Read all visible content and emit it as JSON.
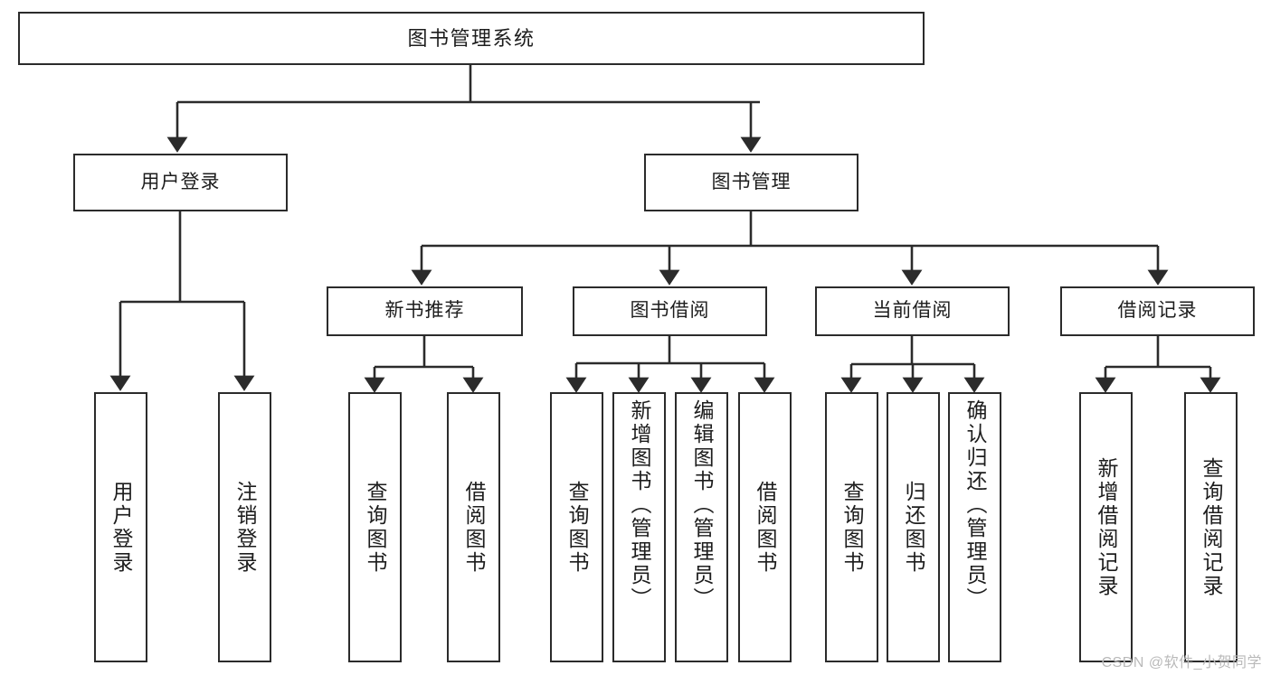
{
  "diagram": {
    "title": "图书管理系统",
    "type": "tree-hierarchy",
    "watermark": "CSDN @软件_小贺同学",
    "colors": {
      "stroke": "#2b2b2b",
      "node_fill": "#ffffff",
      "text": "#1d1d1d",
      "background": "#ffffff",
      "watermark": "#b9b9b9"
    },
    "root": {
      "label": "图书管理系统"
    },
    "level2": [
      {
        "label": "用户登录"
      },
      {
        "label": "图书管理"
      }
    ],
    "level3": [
      {
        "label": "新书推荐"
      },
      {
        "label": "图书借阅"
      },
      {
        "label": "当前借阅"
      },
      {
        "label": "借阅记录"
      }
    ],
    "leaves": {
      "user_login": [
        {
          "label": "用户登录"
        },
        {
          "label": "注销登录"
        }
      ],
      "new_book": [
        {
          "label": "查询图书"
        },
        {
          "label": "借阅图书"
        }
      ],
      "book_borrow": [
        {
          "label": "查询图书"
        },
        {
          "label": "新增图书（管理员）"
        },
        {
          "label": "编辑图书（管理员）"
        },
        {
          "label": "借阅图书"
        }
      ],
      "current_borrow": [
        {
          "label": "查询图书"
        },
        {
          "label": "归还图书"
        },
        {
          "label": "确认归还（管理员）"
        }
      ],
      "borrow_record": [
        {
          "label": "新增借阅记录"
        },
        {
          "label": "查询借阅记录"
        }
      ]
    },
    "edges": [
      {
        "from": "图书管理系统",
        "to": "用户登录"
      },
      {
        "from": "图书管理系统",
        "to": "图书管理"
      },
      {
        "from": "用户登录",
        "to": "用户登录"
      },
      {
        "from": "用户登录",
        "to": "注销登录"
      },
      {
        "from": "图书管理",
        "to": "新书推荐"
      },
      {
        "from": "图书管理",
        "to": "图书借阅"
      },
      {
        "from": "图书管理",
        "to": "当前借阅"
      },
      {
        "from": "图书管理",
        "to": "借阅记录"
      },
      {
        "from": "新书推荐",
        "to": "查询图书"
      },
      {
        "from": "新书推荐",
        "to": "借阅图书"
      },
      {
        "from": "图书借阅",
        "to": "查询图书"
      },
      {
        "from": "图书借阅",
        "to": "新增图书（管理员）"
      },
      {
        "from": "图书借阅",
        "to": "编辑图书（管理员）"
      },
      {
        "from": "图书借阅",
        "to": "借阅图书"
      },
      {
        "from": "当前借阅",
        "to": "查询图书"
      },
      {
        "from": "当前借阅",
        "to": "归还图书"
      },
      {
        "from": "当前借阅",
        "to": "确认归还（管理员）"
      },
      {
        "from": "借阅记录",
        "to": "新增借阅记录"
      },
      {
        "from": "借阅记录",
        "to": "查询借阅记录"
      }
    ]
  }
}
